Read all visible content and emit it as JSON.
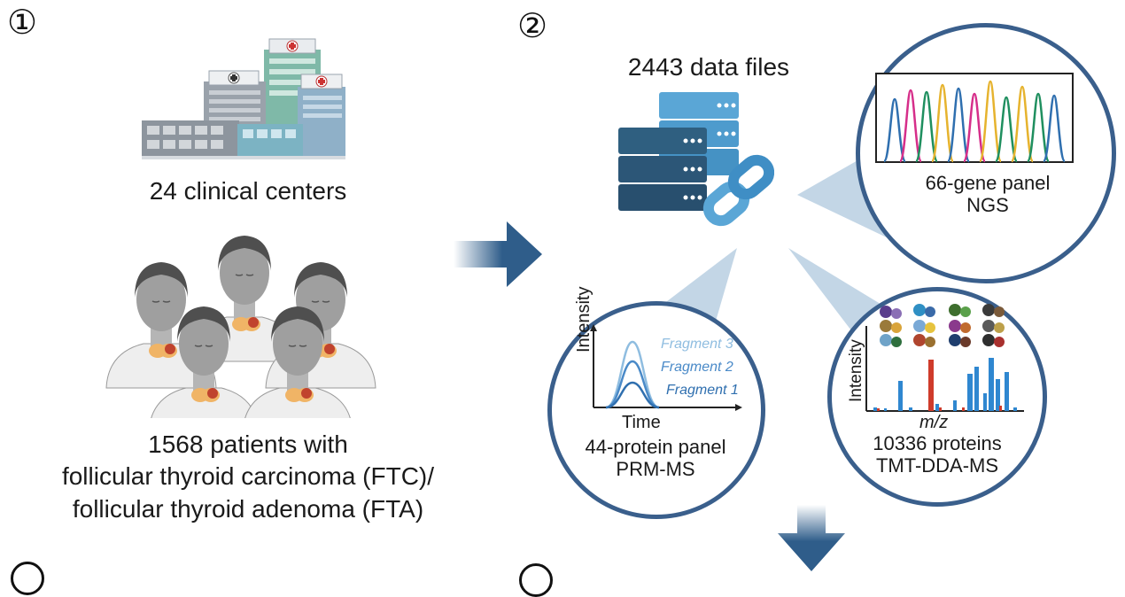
{
  "step1": {
    "number": "①",
    "centers_label": "24 clinical centers",
    "patients_line1": "1568 patients with",
    "patients_line2": "follicular thyroid carcinoma (FTC)/",
    "patients_line3": "follicular thyroid adenoma (FTA)"
  },
  "step2": {
    "number": "②",
    "data_files_label": "2443 data files",
    "ngs": {
      "line1": "66-gene panel",
      "line2": "NGS"
    },
    "prm": {
      "ylabel": "Intensity",
      "xlabel": "Time",
      "fragments": [
        "Fragment 3",
        "Fragment 2",
        "Fragment 1"
      ],
      "line1": "44-protein panel",
      "line2": "PRM-MS"
    },
    "tmt": {
      "ylabel": "Intensity",
      "xlabel": "m/z",
      "line1": "10336 proteins",
      "line2": "TMT-DDA-MS"
    }
  },
  "colors": {
    "arrow": "#2f5d8a",
    "circle_border": "#3a5f8c",
    "wedge": "#b8cfe2",
    "server_dark": "#2c5677",
    "server_light": "#5aa6d6",
    "fragment1": "#2f6faf",
    "fragment2": "#4a8ac8",
    "fragment3": "#8fbde0"
  }
}
